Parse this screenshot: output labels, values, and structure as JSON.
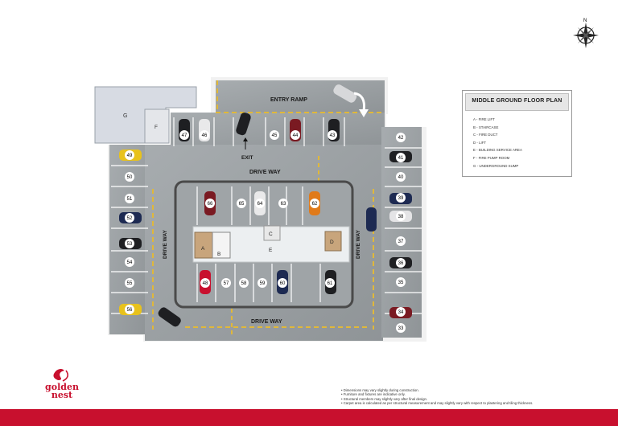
{
  "labels": {
    "entry_ramp": "ENTRY RAMP",
    "drive_way_top": "DRIVE WAY",
    "drive_way_bottom": "DRIVE WAY",
    "drive_way_left": "DRIVE WAY",
    "drive_way_right": "DRIVE WAY",
    "exit": "EXIT"
  },
  "rooms": {
    "g": "G",
    "f": "F",
    "a": "A",
    "b": "B",
    "c": "C",
    "d": "D",
    "e": "E"
  },
  "slots": {
    "s33": "33",
    "s34": "34",
    "s35": "35",
    "s36": "36",
    "s37": "37",
    "s38": "38",
    "s39": "39",
    "s40": "40",
    "s41": "41",
    "s42": "42",
    "s43": "43",
    "s44": "44",
    "s45": "45",
    "s46": "46",
    "s47": "47",
    "s49": "49",
    "s50": "50",
    "s51": "51",
    "s52": "52",
    "s53": "53",
    "s54": "54",
    "s55": "55",
    "s56": "56",
    "s57": "57",
    "s58": "58",
    "s59": "59",
    "s60": "60",
    "s61": "61",
    "s62": "62",
    "s63": "63",
    "s64": "64",
    "s65": "65",
    "s66": "66",
    "s48": "48"
  },
  "legend": {
    "title": "MIDDLE GROUND FLOOR PLAN",
    "items": [
      "A - FIRE LIFT",
      "B - STAIRCASE",
      "C - FIRE DUCT",
      "D - LIFT",
      "E - BUILDING SERVICE AREA",
      "F - FIRE PUMP ROOM",
      "G - UNDERGROUND SUMP"
    ]
  },
  "compass": {
    "north": "N"
  },
  "logo": {
    "line1": "golden",
    "line2": "nest"
  },
  "notes": [
    "• Dimensions may vary slightly during construction.",
    "• Furniture and fixtures are indicative only.",
    "• Structural members may slightly vary after final design.",
    "• Carpet area is calculated as per structural measurement and may slightly vary with respect to plastering and tiling thickness."
  ],
  "colors": {
    "brand_red": "#c8102e",
    "floor": "#9ea3a6",
    "stripe": "#e0b83a"
  }
}
